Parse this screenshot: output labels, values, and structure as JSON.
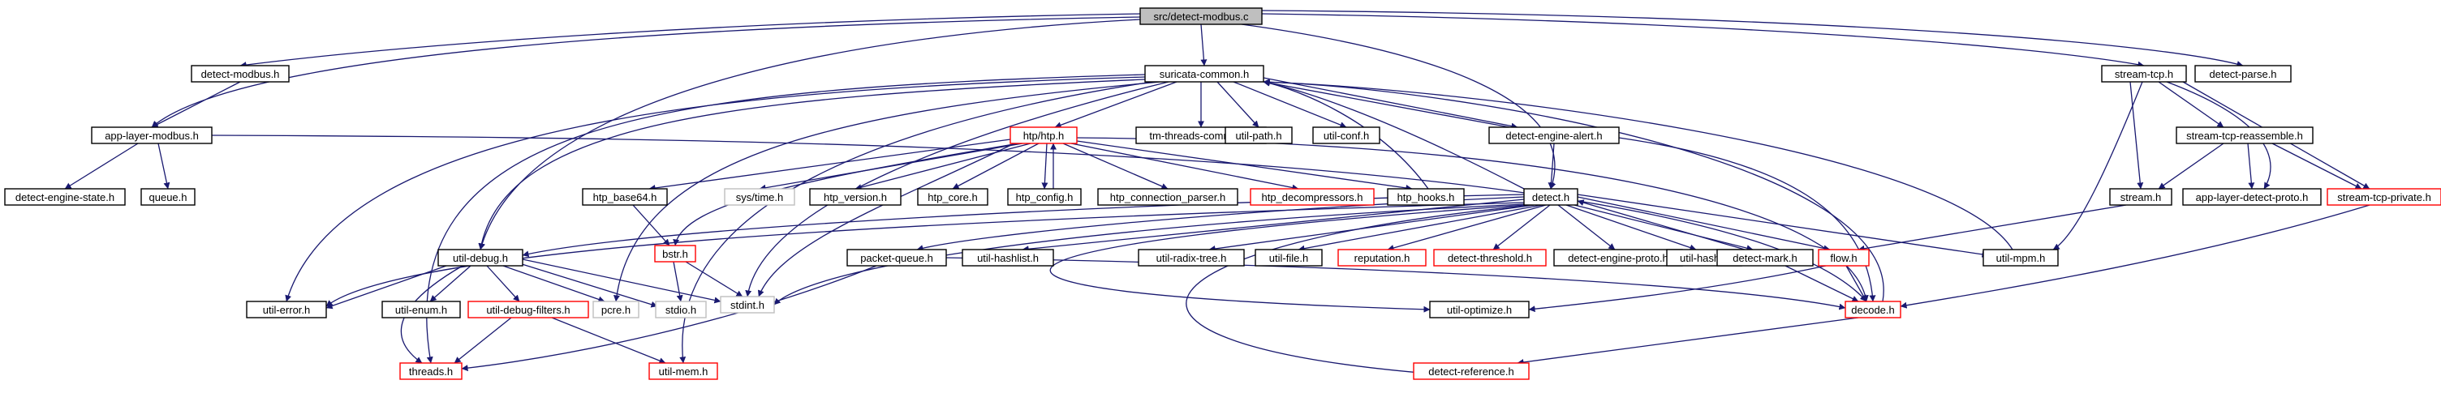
{
  "diagram": {
    "colors": {
      "edge": "#191970",
      "arrowhead": "#191970",
      "border_black": "#000000",
      "border_red": "#ff0000",
      "border_grey": "#bfbfbf",
      "root_fill": "#bfbfbf",
      "node_fill": "#ffffff"
    },
    "nodes": {
      "root": "src/detect-modbus.c",
      "detect_modbus_h": "detect-modbus.h",
      "suricata_common": "suricata-common.h",
      "stream_tcp": "stream-tcp.h",
      "detect_parse": "detect-parse.h",
      "app_layer_modbus": "app-layer-modbus.h",
      "detect_engine_state": "detect-engine-state.h",
      "queue": "queue.h",
      "htp": "htp/htp.h",
      "tm_threads_common": "tm-threads-common.h",
      "util_path": "util-path.h",
      "util_conf": "util-conf.h",
      "detect_engine_alert": "detect-engine-alert.h",
      "htp_base64": "htp_base64.h",
      "sys_time": "sys/time.h",
      "htp_version": "htp_version.h",
      "htp_core": "htp_core.h",
      "htp_config": "htp_config.h",
      "htp_connection_parser": "htp_connection_parser.h",
      "htp_decompressors": "htp_decompressors.h",
      "htp_hooks": "htp_hooks.h",
      "detect_h": "detect.h",
      "bstr": "bstr.h",
      "util_debug": "util-debug.h",
      "packet_queue": "packet-queue.h",
      "util_hashlist": "util-hashlist.h",
      "util_radix_tree": "util-radix-tree.h",
      "util_file": "util-file.h",
      "reputation": "reputation.h",
      "detect_threshold": "detect-threshold.h",
      "detect_engine_proto": "detect-engine-proto.h",
      "util_hash": "util-hash.h",
      "detect_mark": "detect-mark.h",
      "flow": "flow.h",
      "util_mpm": "util-mpm.h",
      "stream_tcp_reassemble": "stream-tcp-reassemble.h",
      "stream_h": "stream.h",
      "app_layer_detect_proto": "app-layer-detect-proto.h",
      "stream_tcp_private": "stream-tcp-private.h",
      "util_error": "util-error.h",
      "util_enum": "util-enum.h",
      "util_debug_filters": "util-debug-filters.h",
      "pcre": "pcre.h",
      "stdio": "stdio.h",
      "stdint": "stdint.h",
      "util_optimize": "util-optimize.h",
      "decode": "decode.h",
      "threads": "threads.h",
      "util_mem": "util-mem.h",
      "detect_reference": "detect-reference.h"
    }
  }
}
